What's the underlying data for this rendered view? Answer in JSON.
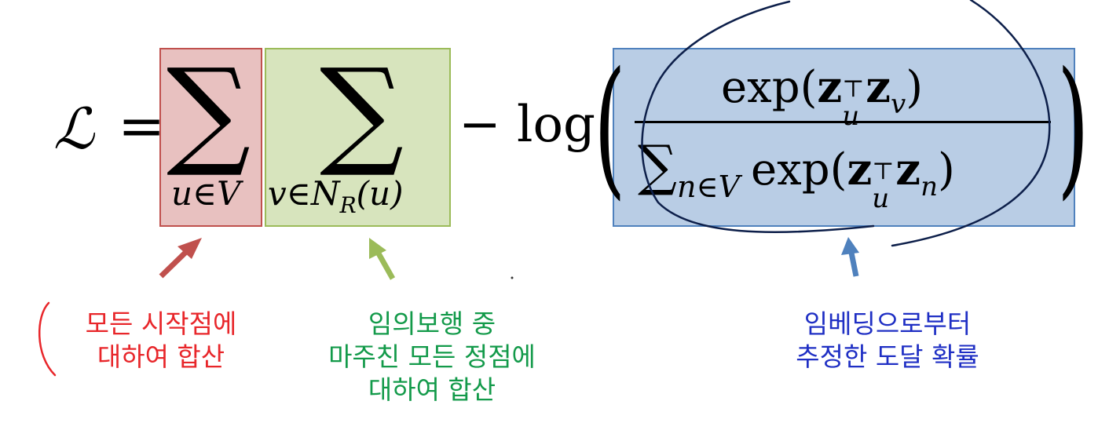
{
  "formula": {
    "loss_symbol": "ℒ",
    "equals": "=",
    "sum_symbol": "∑",
    "outer_sum_subscript": "u∈V",
    "inner_sum_subscript": "v∈N",
    "inner_sum_subscript_index": "R",
    "inner_sum_subscript_arg": "(u)",
    "neg_log": "− log",
    "left_paren": "(",
    "right_paren": ")",
    "numerator": {
      "func": "exp(",
      "z": "z",
      "sub_u": "u",
      "transpose": "⊤",
      "sub_v": "v",
      "close": ")"
    },
    "denominator": {
      "sum": "∑",
      "sum_subscript": "n∈V",
      "func": "exp(",
      "z": "z",
      "sub_u": "u",
      "transpose": "⊤",
      "sub_n": "n",
      "close": ")"
    }
  },
  "labels": {
    "outer_sum": [
      "모든 시작점에",
      "대하여 합산"
    ],
    "inner_sum": [
      "임의보행 중",
      "마주친 모든 정점에",
      "대하여 합산"
    ],
    "probability": [
      "임베딩으로부터",
      "추정한 도달 확률"
    ]
  },
  "colors": {
    "red_box_fill": "#e8c1c0",
    "red_box_border": "#c0504d",
    "green_box_fill": "#d7e4bd",
    "green_box_border": "#9bbb59",
    "blue_box_fill": "#b9cde5",
    "blue_box_border": "#4f81bd",
    "red_text": "#e8262a",
    "green_text": "#139a4a",
    "blue_text": "#1f2fc4",
    "ink": "#0d1f4a"
  }
}
